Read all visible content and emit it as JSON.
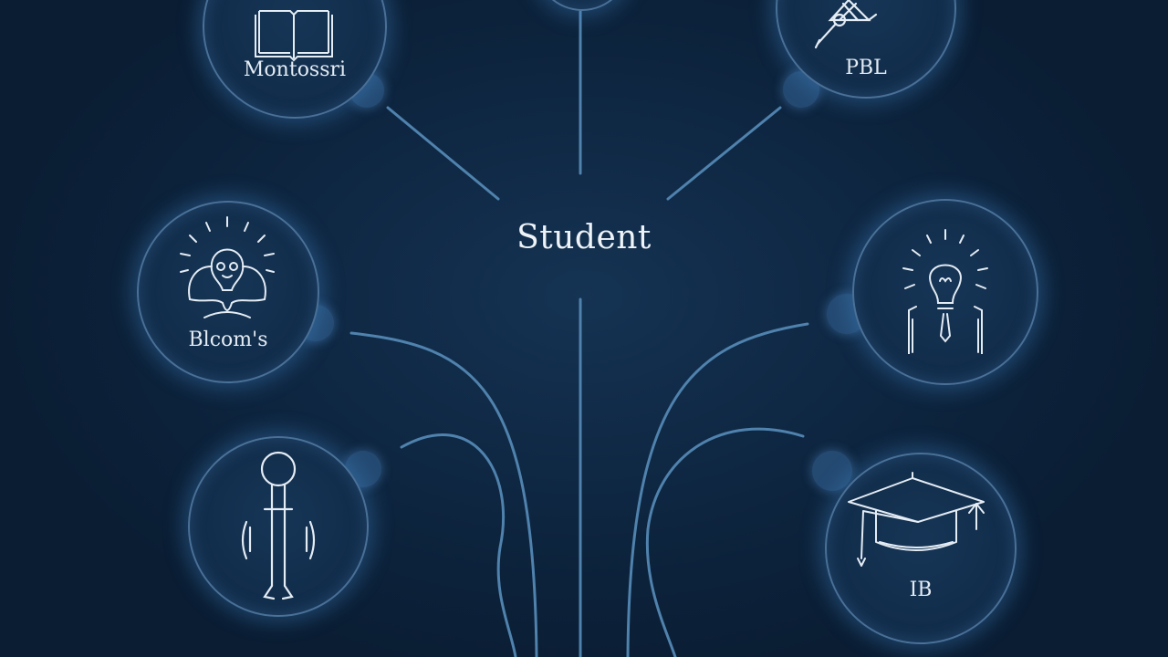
{
  "center": {
    "label": "Student"
  },
  "nodes": [
    {
      "id": "montessori",
      "label": "Montossri",
      "icon": "open-book-icon"
    },
    {
      "id": "pbl",
      "label": "PBL",
      "icon": "magnifier-structure-icon"
    },
    {
      "id": "blooms",
      "label": "Blcom's",
      "icon": "mind-head-icon"
    },
    {
      "id": "lightbulb",
      "label": "",
      "icon": "lightbulb-person-icon"
    },
    {
      "id": "stickfigure",
      "label": "",
      "icon": "stick-figure-icon"
    },
    {
      "id": "ib",
      "label": "IB",
      "icon": "graduation-cap-icon"
    }
  ],
  "colors": {
    "background": "#0c223a",
    "connector": "#4f82ad",
    "node_border": "#78aad7",
    "text": "#e4ecf4"
  }
}
